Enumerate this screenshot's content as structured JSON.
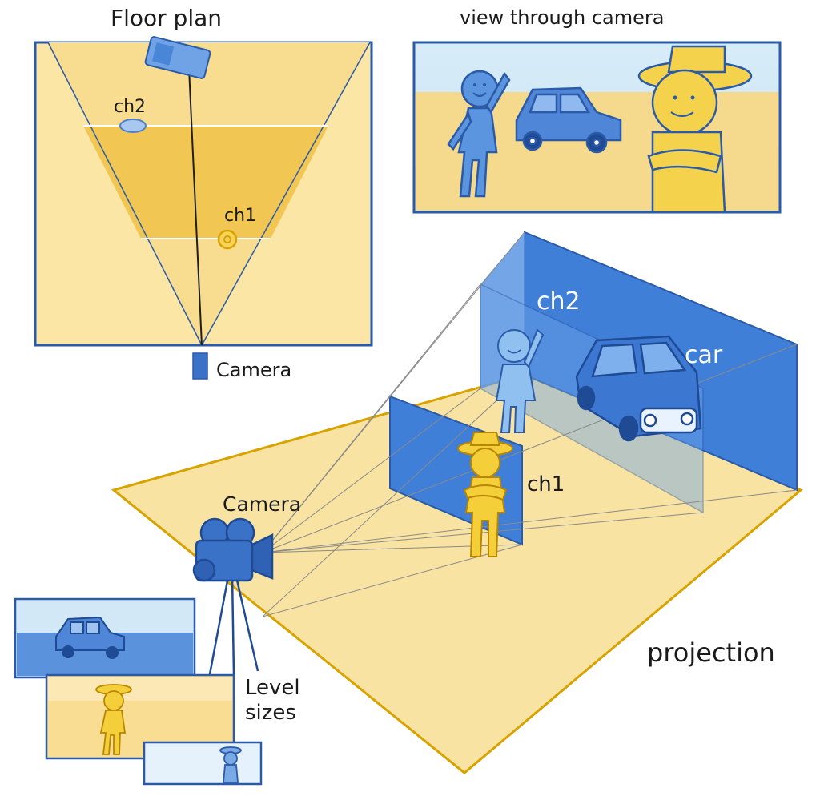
{
  "floor_plan": {
    "title": "Floor plan",
    "ch2_label": "ch2",
    "ch1_label": "ch1",
    "camera_label": "Camera"
  },
  "camera_view": {
    "title": "view through camera"
  },
  "projection": {
    "ch2_label": "ch2",
    "car_label": "car",
    "ch1_label": "ch1",
    "camera_label": "Camera",
    "caption": "projection"
  },
  "level_sizes": {
    "label_line1": "Level",
    "label_line2": "sizes"
  },
  "colors": {
    "yellow_light": "#fbe6a6",
    "yellow_mid": "#f6d27a",
    "yellow_dark": "#f0c24a",
    "blue": "#3c7bd6",
    "blue_dark": "#2457a8",
    "blue_light": "#d3e8f6",
    "outline": "#2a5aa8"
  }
}
